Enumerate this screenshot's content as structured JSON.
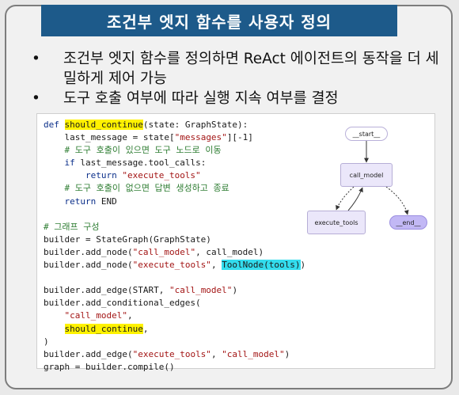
{
  "title": "조건부 엣지 함수를 사용자 정의",
  "bullets": [
    "조건부 엣지 함수를 정의하면 ReAct 에이전트의 동작을 더 세밀하게 제어 가능",
    "도구 호출 여부에 따라 실행 지속 여부를 결정"
  ],
  "bullet_symbol": "•",
  "code": {
    "l1": {
      "kw": "def",
      "fn": "should_continue",
      "rest": "(state: GraphState):"
    },
    "l2": {
      "a": "    last_message = state[",
      "s": "\"messages\"",
      "b": "][-1]"
    },
    "l3": "    # 도구 호출이 있으면 도구 노드로 이동",
    "l4": {
      "kw": "    if",
      "rest": " last_message.tool_calls:"
    },
    "l5": {
      "kw": "        return",
      "s": " \"execute_tools\""
    },
    "l6": "    # 도구 호출이 없으면 답변 생성하고 종료",
    "l7": {
      "kw": "    return",
      "rest": " END"
    },
    "l9": "# 그래프 구성",
    "l10": "builder = StateGraph(GraphState)",
    "l11": {
      "a": "builder.add_node(",
      "s": "\"call_model\"",
      "b": ", call_model)"
    },
    "l12": {
      "a": "builder.add_node(",
      "s": "\"execute_tools\"",
      "b": ", ",
      "hl": "ToolNode(tools)",
      "c": ")"
    },
    "l14": {
      "a": "builder.add_edge(START, ",
      "s": "\"call_model\"",
      "b": ")"
    },
    "l15": "builder.add_conditional_edges(",
    "l16": {
      "a": "    ",
      "s": "\"call_model\"",
      "b": ","
    },
    "l17": {
      "a": "    ",
      "hl": "should_continue",
      "b": ","
    },
    "l18": ")",
    "l19": {
      "a": "builder.add_edge(",
      "s1": "\"execute_tools\"",
      "b": ", ",
      "s2": "\"call_model\"",
      "c": ")"
    },
    "l20": "graph = builder.compile()"
  },
  "graph_nodes": {
    "start": "__start__",
    "call_model": "call_model",
    "execute_tools": "execute_tools",
    "end": "__end__"
  },
  "colors": {
    "title_bg": "#1d5a8a",
    "highlight_yellow": "#fff200",
    "highlight_cyan": "#33ddee",
    "node_fill": "#ebe7fa",
    "end_fill": "#c2b8f5"
  }
}
